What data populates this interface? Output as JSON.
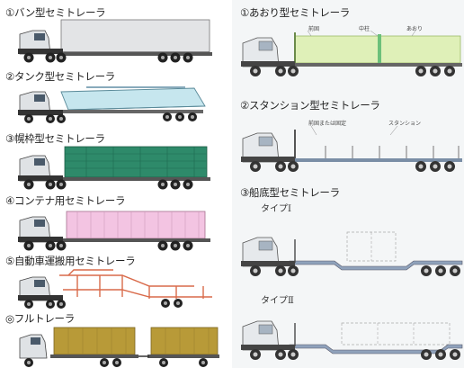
{
  "left": {
    "items": [
      {
        "label": "①バン型セミトレーラ",
        "color": "#e3e4e6"
      },
      {
        "label": "②タンク型セミトレーラ",
        "color": "#c6e6ee"
      },
      {
        "label": "③幌枠型セミトレーラ",
        "color": "#2e8a6a"
      },
      {
        "label": "④コンテナ用セミトレーラ",
        "color": "#f3c4e2"
      },
      {
        "label": "⑤自動車運搬用セミトレーラ",
        "color": "#d96a4a"
      },
      {
        "label": "◎フルトレーラ",
        "color": "#b89a38"
      }
    ]
  },
  "right": {
    "item1": {
      "label": "①あおり型セミトレーラ",
      "annotations": [
        "前固",
        "中柱",
        "あおり"
      ],
      "color": "#dff0b8"
    },
    "item2": {
      "label": "②スタンション型セミトレーラ",
      "annotations": [
        "前固または固定",
        "スタンション"
      ]
    },
    "item3": {
      "label": "③船底型セミトレーラ",
      "type1": "タイプⅠ",
      "type2": "タイプⅡ"
    }
  }
}
